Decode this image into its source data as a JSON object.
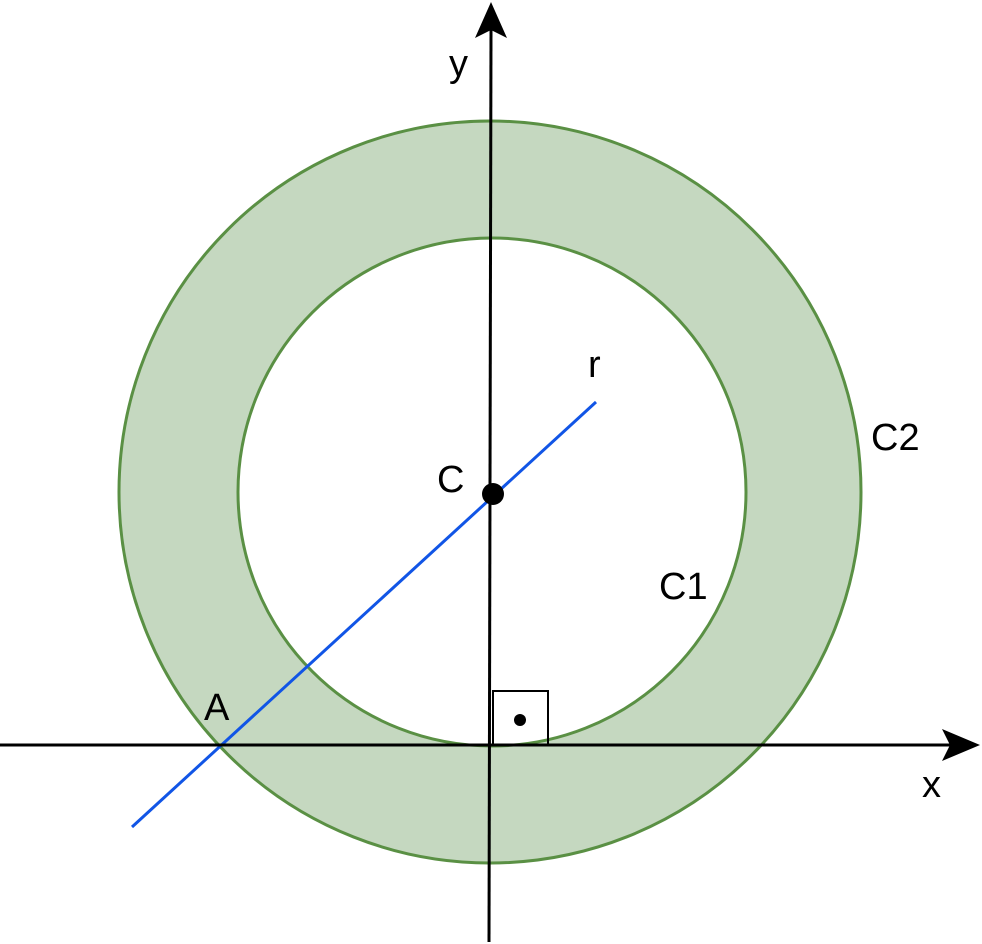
{
  "colors": {
    "ring_fill": "#c5d8c0",
    "circle_stroke": "#5a9044",
    "line_r": "#1155e6",
    "axis": "#000000"
  },
  "labels": {
    "y_axis": "y",
    "x_axis": "x",
    "line_r": "r",
    "circle_outer": "C2",
    "circle_inner": "C1",
    "center": "C",
    "point_a": "A"
  }
}
